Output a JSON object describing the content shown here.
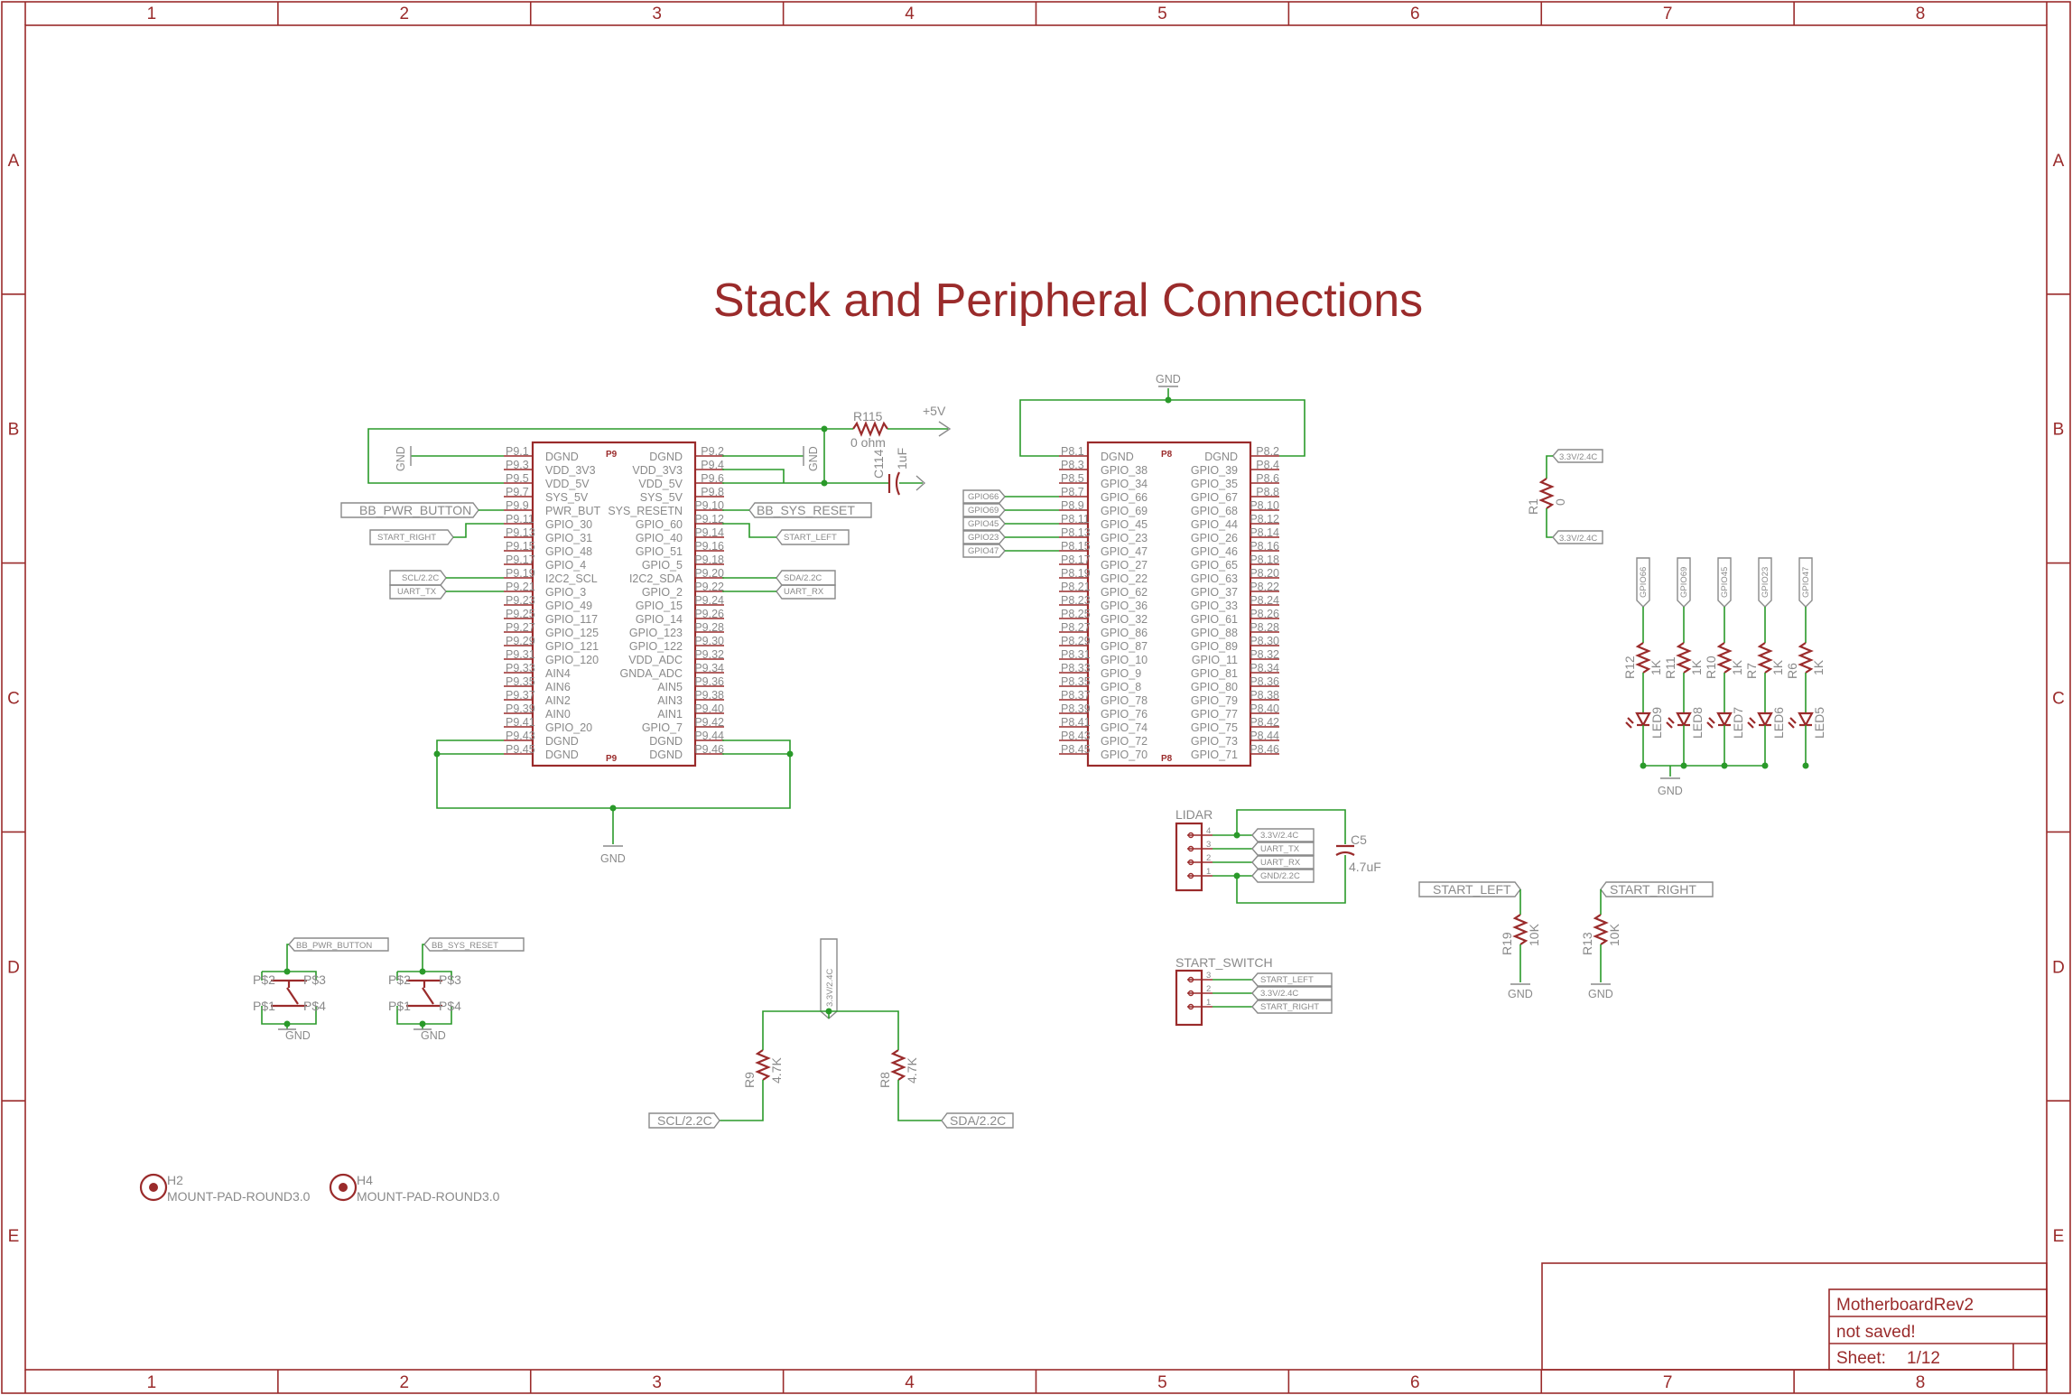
{
  "frame": {
    "col_labels": [
      "1",
      "2",
      "3",
      "4",
      "5",
      "6",
      "7",
      "8"
    ],
    "row_labels": [
      "A",
      "B",
      "C",
      "D",
      "E"
    ]
  },
  "colors": {
    "frame": "#9a2b2b",
    "wire": "#2a9a2a",
    "gray": "#8a8a8a",
    "junction": "#2a9a2a"
  },
  "title": "Stack and Peripheral Connections",
  "title_block": {
    "design": "MotherboardRev2",
    "status": "not saved!",
    "sheet_label": "Sheet:",
    "sheet": "1/12"
  },
  "p9": {
    "name": "P9",
    "left_pins": [
      "P9.1",
      "P9.3",
      "P9.5",
      "P9.7",
      "P9.9",
      "P9.11",
      "P9.13",
      "P9.15",
      "P9.17",
      "P9.19",
      "P9.21",
      "P9.23",
      "P9.25",
      "P9.27",
      "P9.29",
      "P9.31",
      "P9.33",
      "P9.35",
      "P9.37",
      "P9.39",
      "P9.41",
      "P9.43",
      "P9.45"
    ],
    "left_funcs": [
      "DGND",
      "VDD_3V3",
      "VDD_5V",
      "SYS_5V",
      "PWR_BUT",
      "GPIO_30",
      "GPIO_31",
      "GPIO_48",
      "GPIO_4",
      "I2C2_SCL",
      "GPIO_3",
      "GPIO_49",
      "GPIO_117",
      "GPIO_125",
      "GPIO_121",
      "GPIO_120",
      "AIN4",
      "AIN6",
      "AIN2",
      "AIN0",
      "GPIO_20",
      "DGND",
      "DGND"
    ],
    "right_funcs": [
      "DGND",
      "VDD_3V3",
      "VDD_5V",
      "SYS_5V",
      "SYS_RESETN",
      "GPIO_60",
      "GPIO_40",
      "GPIO_51",
      "GPIO_5",
      "I2C2_SDA",
      "GPIO_2",
      "GPIO_15",
      "GPIO_14",
      "GPIO_123",
      "GPIO_122",
      "VDD_ADC",
      "GNDA_ADC",
      "AIN5",
      "AIN3",
      "AIN1",
      "GPIO_7",
      "DGND",
      "DGND"
    ],
    "right_pins": [
      "P9.2",
      "P9.4",
      "P9.6",
      "P9.8",
      "P9.10",
      "P9.12",
      "P9.14",
      "P9.16",
      "P9.18",
      "P9.20",
      "P9.22",
      "P9.24",
      "P9.26",
      "P9.28",
      "P9.30",
      "P9.32",
      "P9.34",
      "P9.36",
      "P9.38",
      "P9.40",
      "P9.42",
      "P9.44",
      "P9.46"
    ]
  },
  "p8": {
    "name": "P8",
    "left_pins": [
      "P8.1",
      "P8.3",
      "P8.5",
      "P8.7",
      "P8.9",
      "P8.11",
      "P8.13",
      "P8.15",
      "P8.17",
      "P8.19",
      "P8.21",
      "P8.23",
      "P8.25",
      "P8.27",
      "P8.29",
      "P8.31",
      "P8.33",
      "P8.35",
      "P8.37",
      "P8.39",
      "P8.41",
      "P8.43",
      "P8.45"
    ],
    "left_funcs": [
      "DGND",
      "GPIO_38",
      "GPIO_34",
      "GPIO_66",
      "GPIO_69",
      "GPIO_45",
      "GPIO_23",
      "GPIO_47",
      "GPIO_27",
      "GPIO_22",
      "GPIO_62",
      "GPIO_36",
      "GPIO_32",
      "GPIO_86",
      "GPIO_87",
      "GPIO_10",
      "GPIO_9",
      "GPIO_8",
      "GPIO_78",
      "GPIO_76",
      "GPIO_74",
      "GPIO_72",
      "GPIO_70"
    ],
    "right_funcs": [
      "DGND",
      "GPIO_39",
      "GPIO_35",
      "GPIO_67",
      "GPIO_68",
      "GPIO_44",
      "GPIO_26",
      "GPIO_46",
      "GPIO_65",
      "GPIO_63",
      "GPIO_37",
      "GPIO_33",
      "GPIO_61",
      "GPIO_88",
      "GPIO_89",
      "GPIO_11",
      "GPIO_81",
      "GPIO_80",
      "GPIO_79",
      "GPIO_77",
      "GPIO_75",
      "GPIO_73",
      "GPIO_71"
    ],
    "right_pins": [
      "P8.2",
      "P8.4",
      "P8.6",
      "P8.8",
      "P8.10",
      "P8.12",
      "P8.14",
      "P8.16",
      "P8.18",
      "P8.20",
      "P8.22",
      "P8.24",
      "P8.26",
      "P8.28",
      "P8.30",
      "P8.32",
      "P8.34",
      "P8.36",
      "P8.38",
      "P8.40",
      "P8.42",
      "P8.44",
      "P8.46"
    ]
  },
  "p9_nets": {
    "bb_pwr_button": "BB_PWR_BUTTON",
    "start_right": "START_RIGHT",
    "scl": "SCL/2.2C",
    "uart_tx": "UART_TX",
    "bb_sys_reset": "BB_SYS_RESET",
    "start_left": "START_LEFT",
    "sda": "SDA/2.2C",
    "uart_rx": "UART_RX",
    "gnd_left": "GND",
    "gnd_right": "GND",
    "gnd_bottom": "GND"
  },
  "r115": {
    "name": "R115",
    "value": "0 ohm",
    "supply": "+5V"
  },
  "c114": {
    "name": "C114",
    "value": "1uF"
  },
  "p8_nets": {
    "gnd": "GND",
    "gpio": [
      "GPIO66",
      "GPIO69",
      "GPIO45",
      "GPIO23",
      "GPIO47"
    ]
  },
  "r1": {
    "name": "R1",
    "value": "0",
    "top_net": "3.3V/2.4C",
    "bottom_net": "3.3V/2.4C"
  },
  "leds": [
    {
      "net": "GPIO66",
      "res": "R12",
      "val": "1K",
      "led": "LED9"
    },
    {
      "net": "GPIO69",
      "res": "R11",
      "val": "1K",
      "led": "LED8"
    },
    {
      "net": "GPIO45",
      "res": "R10",
      "val": "1K",
      "led": "LED7"
    },
    {
      "net": "GPIO23",
      "res": "R7",
      "val": "1K",
      "led": "LED6"
    },
    {
      "net": "GPIO47",
      "res": "R6",
      "val": "1K",
      "led": "LED5"
    }
  ],
  "led_gnd": "GND",
  "lidar": {
    "name": "LIDAR",
    "pins": [
      "4",
      "3",
      "2",
      "1"
    ],
    "nets": [
      "3.3V/2.4C",
      "UART_TX",
      "UART_RX",
      "GND/2.2C"
    ],
    "cap": "C5",
    "cap_value": "4.7uF"
  },
  "start_switch": {
    "name": "START_SWITCH",
    "pins": [
      "3",
      "2",
      "1"
    ],
    "nets": [
      "START_LEFT",
      "3.3V/2.4C",
      "START_RIGHT"
    ]
  },
  "r19": {
    "name": "R19",
    "value": "10K",
    "net": "START_LEFT",
    "gnd": "GND"
  },
  "r13": {
    "name": "R13",
    "value": "10K",
    "net": "START_RIGHT",
    "gnd": "GND"
  },
  "buttons": [
    {
      "net": "BB_PWR_BUTTON",
      "p2": "P$2",
      "p3": "P$3",
      "p1": "P$1",
      "p4": "P$4",
      "gnd": "GND"
    },
    {
      "net": "BB_SYS_RESET",
      "p2": "P$2",
      "p3": "P$3",
      "p1": "P$1",
      "p4": "P$4",
      "gnd": "GND"
    }
  ],
  "i2c": {
    "rail": "3.3V/2.4C",
    "r_left": "R9",
    "r_left_val": "4.7K",
    "r_right": "R8",
    "r_right_val": "4.7K",
    "scl": "SCL/2.2C",
    "sda": "SDA/2.2C"
  },
  "mounts": [
    {
      "name": "H2",
      "pkg": "MOUNT-PAD-ROUND3.0"
    },
    {
      "name": "H4",
      "pkg": "MOUNT-PAD-ROUND3.0"
    }
  ]
}
